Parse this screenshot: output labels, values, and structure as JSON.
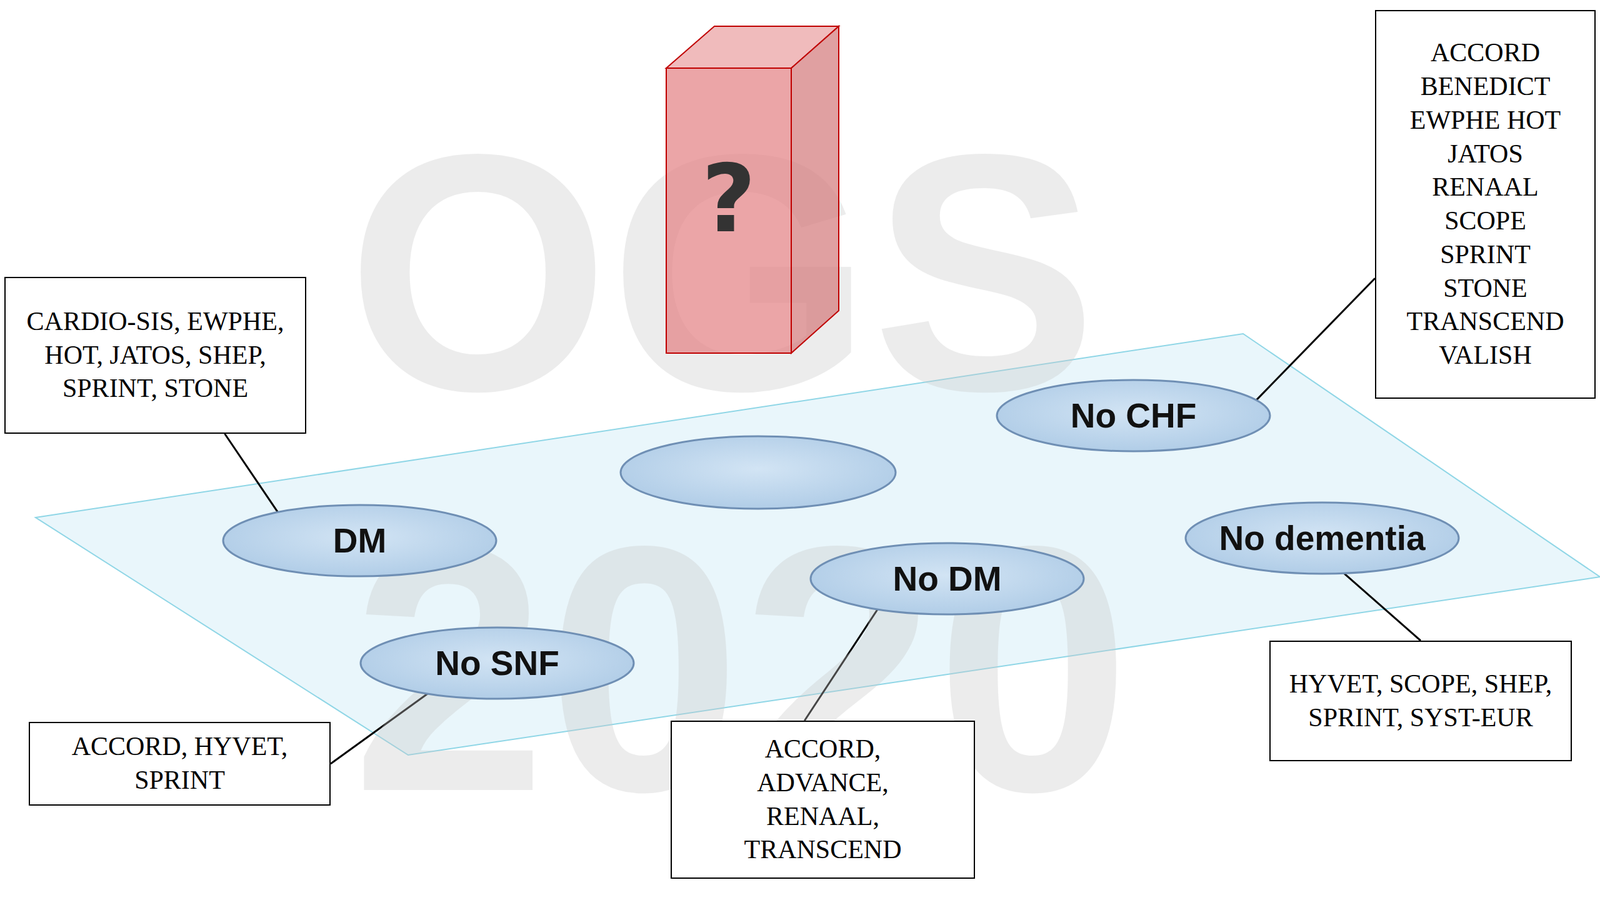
{
  "diagram": {
    "nodes": [
      {
        "text": [
          "?"
        ]
      },
      {
        "text": [
          "ACCORD BENEDICT EWPHE HOT JATOS RENAAL SCOPE SPRINT STONE TRANSCEND VALISH"
        ]
      },
      {
        "text": [
          "CARDIO-SIS, EWPHE, HOT, JATOS, SHEP, SPRINT, STONE"
        ]
      },
      {
        "text": [
          "No CHF"
        ]
      },
      {
        "text": [
          "DM"
        ]
      },
      {
        "text": [
          "No dementia"
        ]
      },
      {
        "text": [
          "No DM"
        ]
      },
      {
        "text": [
          "No SNF"
        ]
      },
      {
        "text": [
          "HYVET, SCOPE, SHEP, SPRINT, SYST-EUR"
        ]
      },
      {
        "text": [
          "ACCORD, HYVET, SPRINT"
        ]
      },
      {
        "text": [
          "ACCORD, ADVANCE, RENAAL, TRANSCEND"
        ]
      }
    ],
    "edges": [
      {
        "from": 1,
        "to": 3,
        "arrow": "none"
      },
      {
        "from": 2,
        "to": 4,
        "arrow": "none"
      },
      {
        "from": 8,
        "to": 5,
        "arrow": "none"
      },
      {
        "from": 9,
        "to": 7,
        "arrow": "none"
      },
      {
        "from": 10,
        "to": 6,
        "arrow": "none"
      }
    ],
    "labels": [
      "OGS",
      "2020"
    ]
  }
}
